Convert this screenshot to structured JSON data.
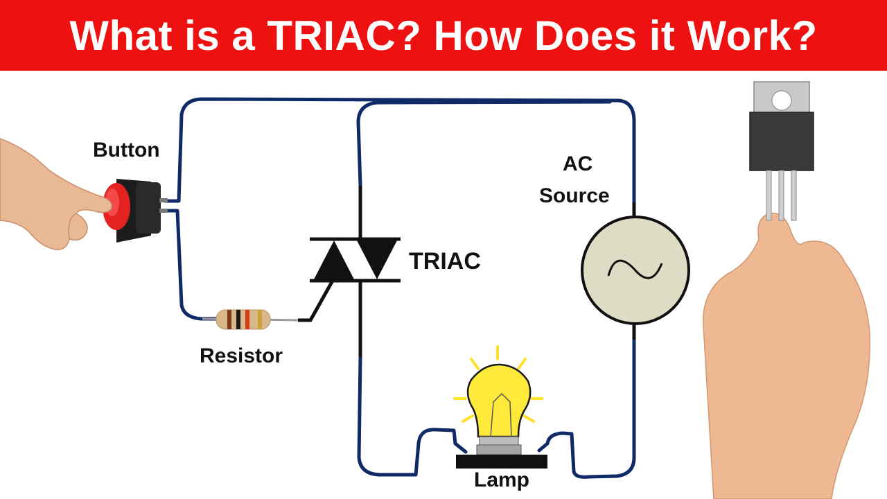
{
  "title": "What is a TRIAC? How Does it Work?",
  "labels": {
    "button": "Button",
    "resistor": "Resistor",
    "triac": "TRIAC",
    "ac_line1": "AC",
    "ac_line2": "Source",
    "lamp": "Lamp"
  },
  "colors": {
    "banner": "#ee1111",
    "wire": "#0f2a66",
    "ac_source_fill": "#dedcc4",
    "bulb": "#ffe93b",
    "button_red": "#e52222"
  },
  "icons": [
    "pointing-hand-icon",
    "push-button-icon",
    "resistor-icon",
    "triac-symbol-icon",
    "ac-source-icon",
    "light-bulb-icon",
    "triac-component-hand-icon"
  ]
}
